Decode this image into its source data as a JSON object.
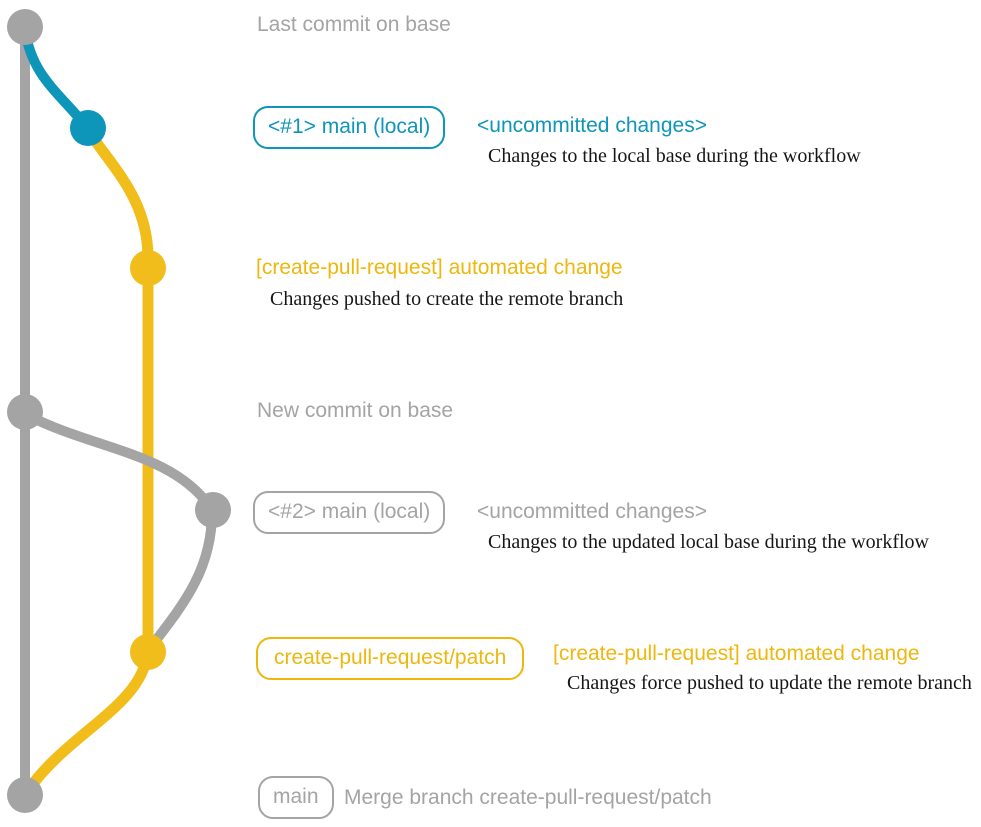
{
  "colors": {
    "gray": "#a4a4a4",
    "teal": "#0e95ba",
    "yellow": "#f0bd1a",
    "yellow_text": "#edb70d",
    "desc": "#161616",
    "bg": "#ffffff"
  },
  "graph": {
    "branches": [
      {
        "name": "base (main remote)",
        "color_key": "gray"
      },
      {
        "name": "main local #1",
        "color_key": "teal"
      },
      {
        "name": "create-pull-request/patch",
        "color_key": "yellow"
      },
      {
        "name": "main local #2",
        "color_key": "gray"
      }
    ],
    "commit_icons": [
      {
        "name": "commit-last-on-base",
        "color_key": "gray"
      },
      {
        "name": "commit-local-1",
        "color_key": "teal"
      },
      {
        "name": "commit-patch-1",
        "color_key": "yellow"
      },
      {
        "name": "commit-new-on-base",
        "color_key": "gray"
      },
      {
        "name": "commit-local-2",
        "color_key": "gray"
      },
      {
        "name": "commit-patch-2",
        "color_key": "yellow"
      },
      {
        "name": "commit-merge",
        "color_key": "gray"
      }
    ]
  },
  "annotations": {
    "top_label": "Last commit on base",
    "row1": {
      "badge": "<#1> main (local)",
      "note": "<uncommitted changes>",
      "desc": "Changes to the local base during the workflow"
    },
    "row2": {
      "heading": "[create-pull-request] automated change",
      "desc": "Changes pushed to create the remote branch"
    },
    "mid_label": "New commit on base",
    "row4": {
      "badge": "<#2> main (local)",
      "note": "<uncommitted changes>",
      "desc": "Changes to the updated local base during the workflow"
    },
    "row5": {
      "badge": "create-pull-request/patch",
      "heading": "[create-pull-request] automated change",
      "desc": "Changes force pushed to update the remote branch"
    },
    "row6": {
      "badge": "main",
      "desc": "Merge branch create-pull-request/patch"
    }
  }
}
